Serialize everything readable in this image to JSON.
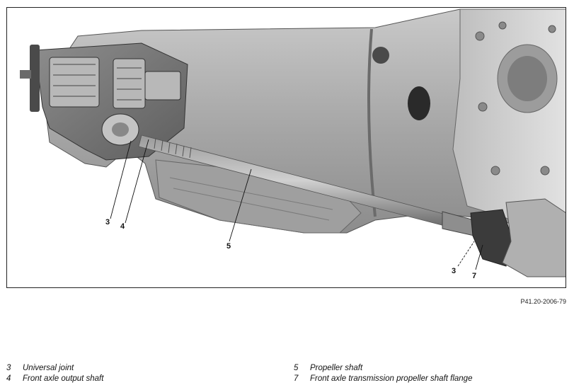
{
  "figure": {
    "callouts": [
      {
        "id": "c3a",
        "label": "3"
      },
      {
        "id": "c4",
        "label": "4"
      },
      {
        "id": "c5",
        "label": "5"
      },
      {
        "id": "c3b",
        "label": "3"
      },
      {
        "id": "c7",
        "label": "7"
      }
    ],
    "figure_id": "P41.20-2006-79"
  },
  "legend": {
    "left": [
      {
        "num": "3",
        "text": "Universal joint"
      },
      {
        "num": "4",
        "text": "Front axle output shaft"
      }
    ],
    "right": [
      {
        "num": "5",
        "text": "Propeller shaft"
      },
      {
        "num": "7",
        "text": "Front axle transmission propeller shaft flange"
      }
    ]
  }
}
